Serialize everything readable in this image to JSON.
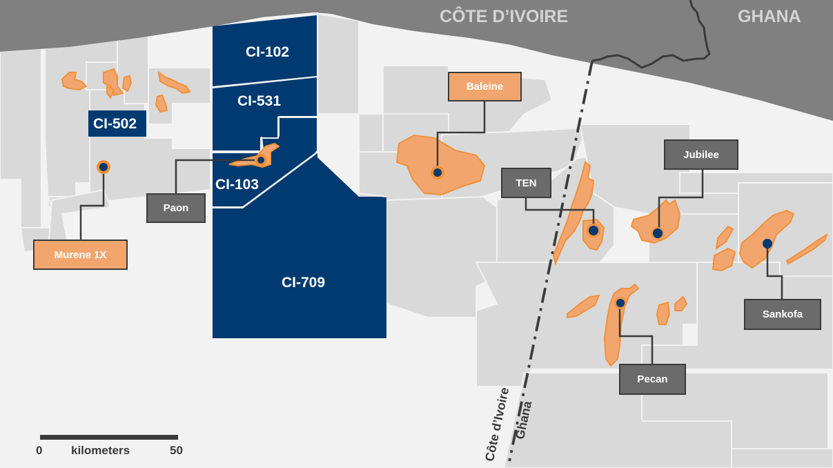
{
  "map": {
    "countries": [
      {
        "name": "CÔTE D’IVOIRE"
      },
      {
        "name": "GHANA"
      }
    ],
    "blocks": {
      "ci102": "CI-102",
      "ci531": "CI-531",
      "ci502": "CI-502",
      "ci103": "CI-103",
      "ci709": "CI-709"
    },
    "fields": {
      "murene": "Murene 1X",
      "paon": "Paon",
      "baleine": "Baleine",
      "ten": "TEN",
      "jubilee": "Jubilee",
      "sankofa": "Sankofa",
      "pecan": "Pecan"
    },
    "border_labels": {
      "west": "Côte d’Ivoire",
      "east": "Ghana"
    },
    "scale": {
      "start": "0",
      "unit": "kilometers",
      "end": "50"
    },
    "colors": {
      "land": "#808080",
      "sea": "#f2f2f2",
      "license_area": "#d9d9d9",
      "operated_block": "#003a70",
      "discovery": "#f2a66e",
      "discovery_outline": "#f0913a",
      "well_dot": "#003a70",
      "label_grey": "#6b6b6b"
    }
  }
}
